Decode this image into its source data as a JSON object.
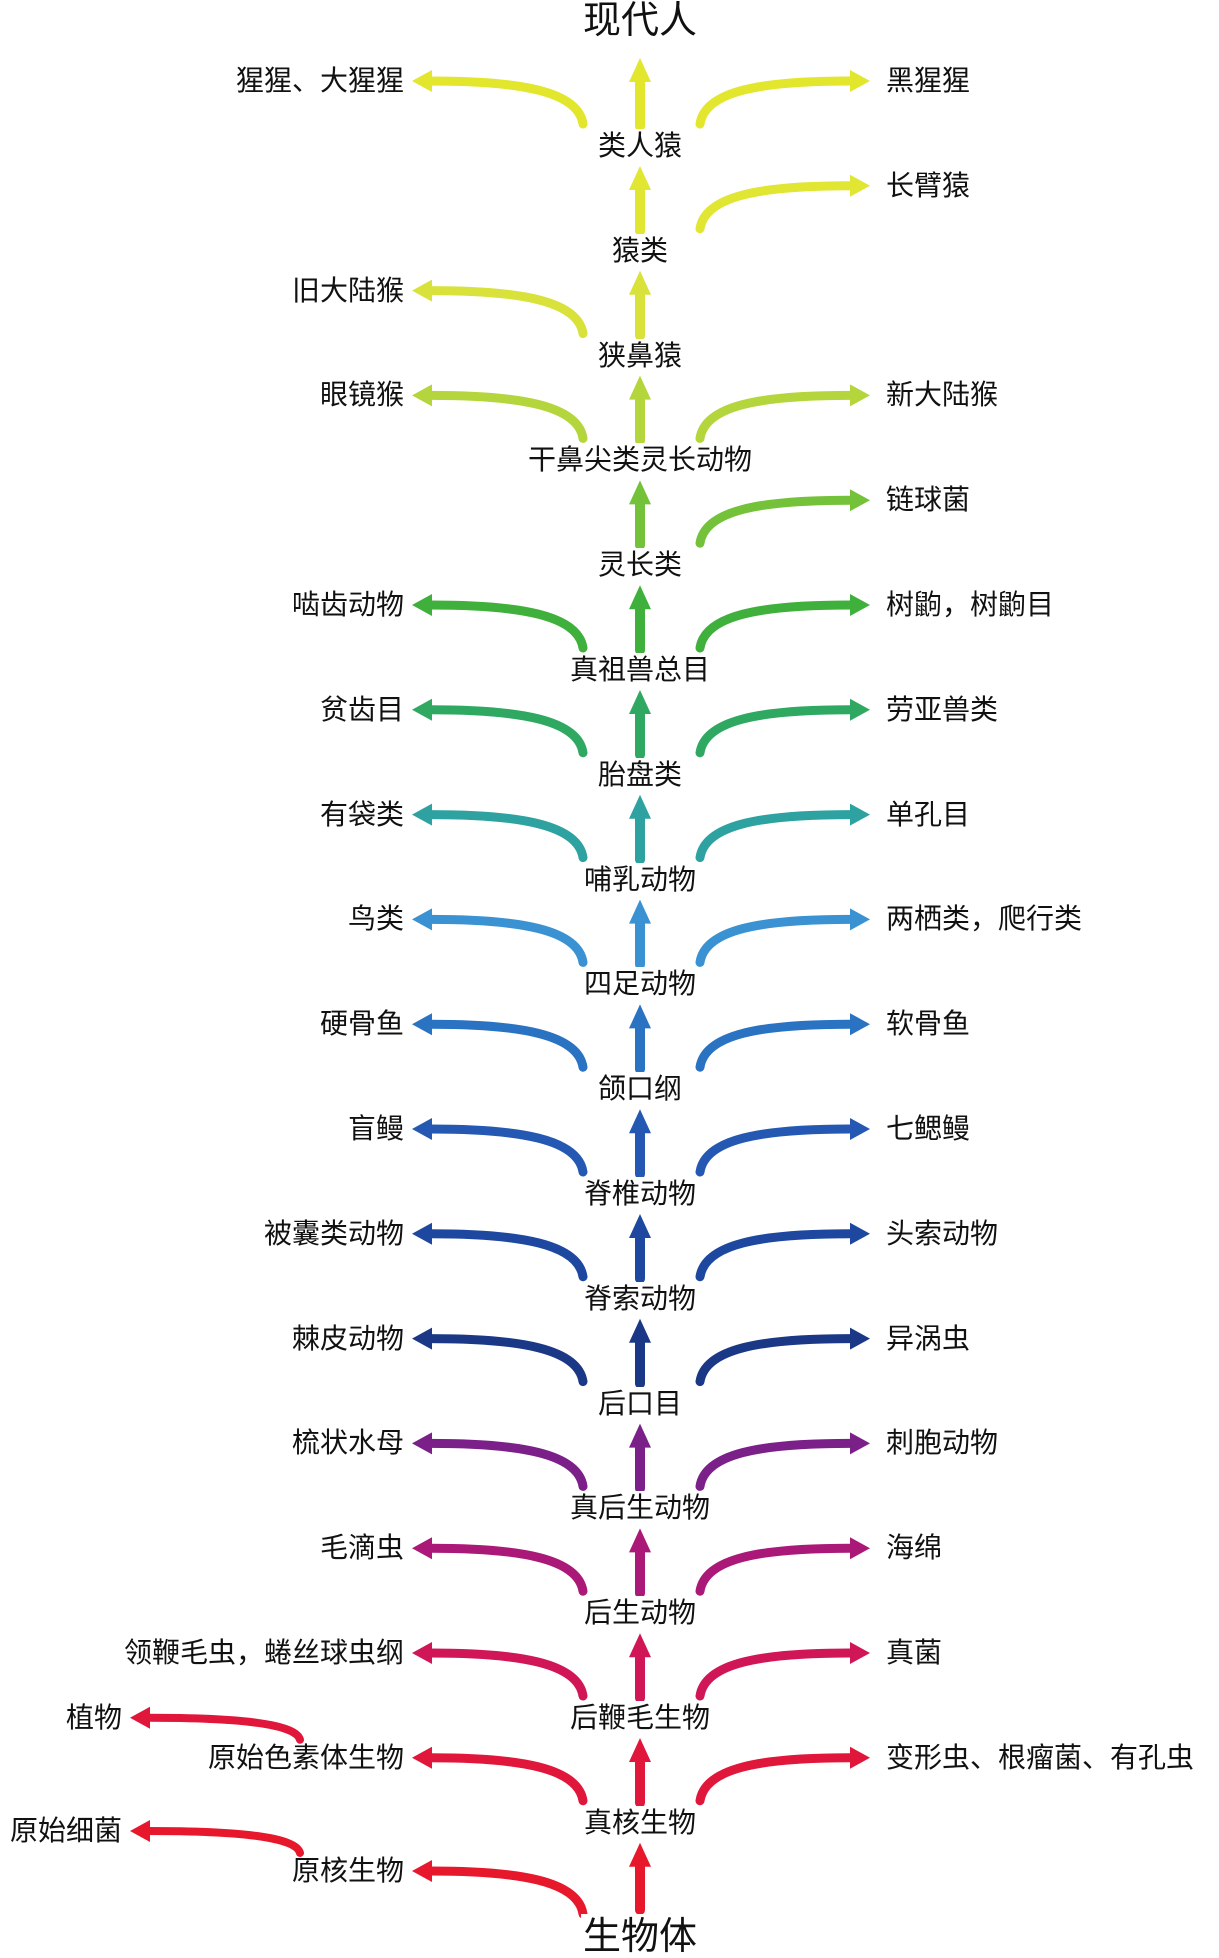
{
  "title": "现代人",
  "nodes": [
    {
      "label": "类人猿",
      "color": "#e2e62c",
      "left": "猩猩、大猩猩",
      "right": "黑猩猩"
    },
    {
      "label": "猿类",
      "color": "#e0e632",
      "right": "长臂猿"
    },
    {
      "label": "狭鼻猿",
      "color": "#d8e23a",
      "left": "旧大陆猴"
    },
    {
      "label": "干鼻尖类灵长动物",
      "color": "#b4d63c",
      "left": "眼镜猴",
      "right": "新大陆猴"
    },
    {
      "label": "灵长类",
      "color": "#74c23a",
      "right": "链球菌"
    },
    {
      "label": "真祖兽总目",
      "color": "#3fb03c",
      "left": "啮齿动物",
      "right": "树鼩，树鼩目"
    },
    {
      "label": "胎盘类",
      "color": "#2fa862",
      "left": "贫齿目",
      "right": "劳亚兽类"
    },
    {
      "label": "哺乳动物",
      "color": "#2ea2a0",
      "left": "有袋类",
      "right": "单孔目"
    },
    {
      "label": "四足动物",
      "color": "#3a92d2",
      "left": "鸟类",
      "right": "两栖类，爬行类"
    },
    {
      "label": "颌口纲",
      "color": "#2a72c2",
      "left": "硬骨鱼",
      "right": "软骨鱼"
    },
    {
      "label": "脊椎动物",
      "color": "#2458b2",
      "left": "盲鳗",
      "right": "七鳃鳗"
    },
    {
      "label": "脊索动物",
      "color": "#1e48a0",
      "left": "被囊类动物",
      "right": "头索动物"
    },
    {
      "label": "后口目",
      "color": "#1a3886",
      "left": "棘皮动物",
      "right": "异涡虫"
    },
    {
      "label": "真后生动物",
      "color": "#7a2088",
      "left": "梳状水母",
      "right": "刺胞动物"
    },
    {
      "label": "后生动物",
      "color": "#aa1878",
      "left": "毛滴虫",
      "right": "海绵"
    },
    {
      "label": "后鞭毛生物",
      "color": "#d01656",
      "left": "领鞭毛虫，蜷丝球虫纲",
      "right": "真菌"
    },
    {
      "label": "真核生物",
      "color": "#e0163a",
      "left": "原始色素体生物",
      "right": "变形虫、根瘤菌、有孔虫",
      "left_sub": "植物"
    },
    {
      "label": "生物体",
      "color": "#e8182c",
      "left": "原核生物",
      "left_sub": "原始细菌"
    }
  ]
}
